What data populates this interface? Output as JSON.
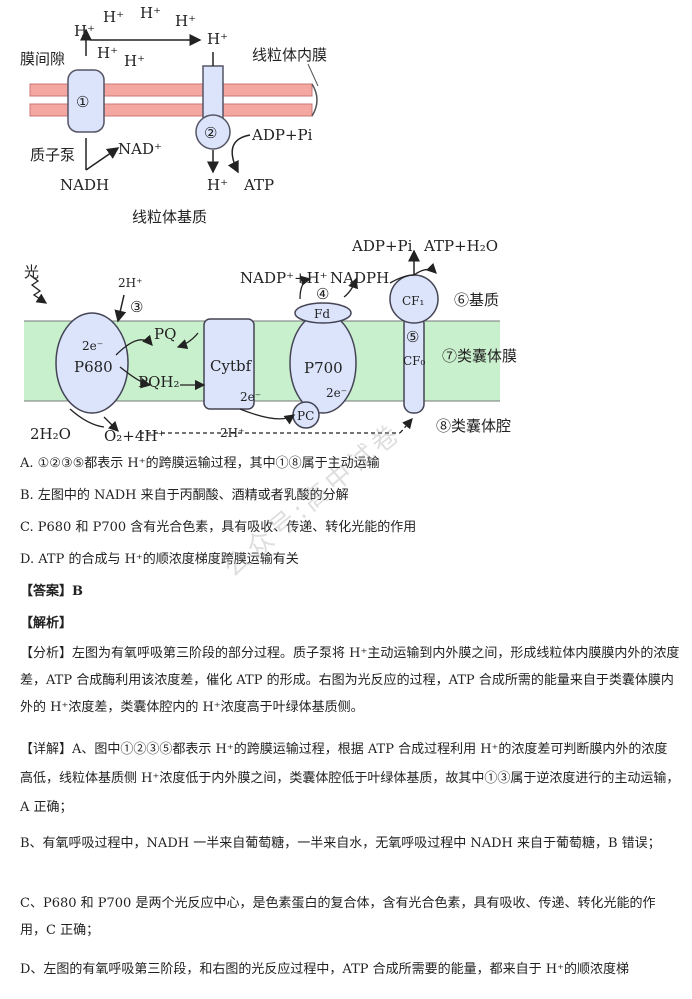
{
  "fig1": {
    "h1": "H⁺",
    "h2": "H⁺",
    "h3": "H⁺",
    "h4": "H⁺",
    "h5": "H⁺",
    "h6": "H⁺",
    "h7": "H⁺",
    "h8": "H⁺",
    "intermembrane": "膜间隙",
    "inner_membrane": "线粒体内膜",
    "c1": "①",
    "c2": "②",
    "adp": "ADP+Pi",
    "proton_pump": "质子泵",
    "nad": "NAD⁺",
    "nadh": "NADH",
    "atp": "ATP",
    "matrix": "线粒体基质"
  },
  "fig2": {
    "light": "光",
    "h2plus": "2H⁺",
    "c3": "③",
    "adp_pi": "ADP+Pi",
    "atp_h2o": "ATP+H₂O",
    "nadp": "NADP⁺+H⁺",
    "nadph": "NADPH",
    "c4": "④",
    "fd": "Fd",
    "cf1": "CF₁",
    "c6": "⑥基质",
    "c5": "⑤",
    "cf0": "CF₀",
    "c7": "⑦类囊体膜",
    "e1": "2e⁻",
    "p680": "P680",
    "pq": "PQ",
    "pqh2": "PQH₂",
    "cytbf": "Cytbf",
    "e2": "2e⁻",
    "p700": "P700",
    "e3": "2e⁻",
    "pc": "PC",
    "c8": "⑧类囊体腔",
    "h2o": "2H₂O",
    "o2": "O₂+4H⁺",
    "h2b": "2H⁺"
  },
  "options": {
    "a": "A. ①②③⑤都表示 H⁺的跨膜运输过程，其中①⑧属于主动运输",
    "b": "B. 左图中的 NADH 来自于丙酮酸、酒精或者乳酸的分解",
    "c": "C. P680 和 P700 含有光合色素，具有吸收、传递、转化光能的作用",
    "d": "D. ATP 的合成与 H⁺的顺浓度梯度跨膜运输有关"
  },
  "answer": "【答案】B",
  "analysis_title": "【解析】",
  "analysis": {
    "p1": "【分析】左图为有氧呼吸第三阶段的部分过程。质子泵将 H⁺主动运输到内外膜之间，形成线粒体内膜膜内外的浓度差，ATP 合成酶利用该浓度差，催化 ATP 的形成。右图为光反应的过程，ATP 合成所需的能量来自于类囊体膜内外的 H⁺浓度差，类囊体腔内的 H⁺浓度高于叶绿体基质侧。",
    "p2": "【详解】A、图中①②③⑤都表示 H⁺的跨膜运输过程，根据 ATP 合成过程利用 H⁺的浓度差可判断膜内外的浓度高低，线粒体基质侧 H⁺浓度低于内外膜之间，类囊体腔低于叶绿体基质，故其中①③属于逆浓度进行的主动运输，A 正确；",
    "p3": "B、有氧呼吸过程中，NADH 一半来自葡萄糖，一半来自水，无氧呼吸过程中 NADH 来自于葡萄糖，B 错误；",
    "p4": "C、P680 和 P700 是两个光反应中心，是色素蛋白的复合体，含有光合色素，具有吸收、传递、转化光能的作用，C 正确；",
    "p5": "D、左图的有氧呼吸第三阶段，和右图的光反应过程中，ATP 合成所需要的能量，都来自于 H⁺的顺浓度梯"
  },
  "watermark": "公众号:高中试卷"
}
